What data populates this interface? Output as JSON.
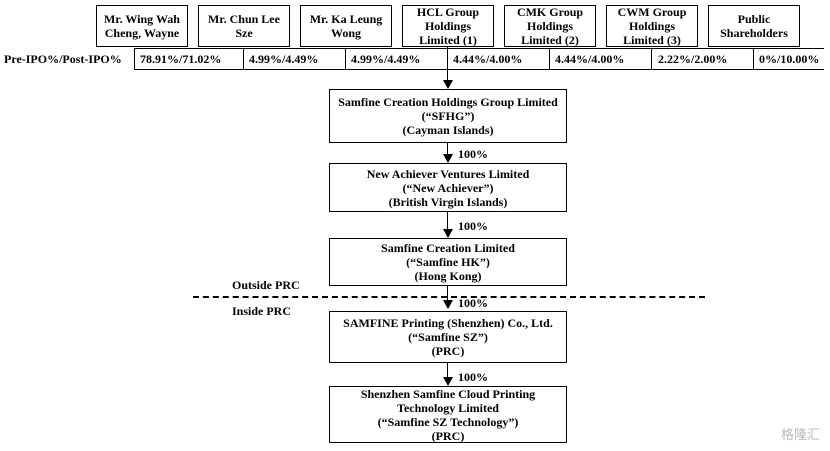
{
  "shareholders": [
    "Mr. Wing Wah\nCheng, Wayne",
    "Mr. Chun Lee\nSze",
    "Mr. Ka Leung\nWong",
    "HCL Group\nHoldings\nLimited (1)",
    "CMK Group\nHoldings\nLimited (2)",
    "CWM Group\nHoldings\nLimited (3)",
    "Public\nShareholders"
  ],
  "pct_label": "Pre-IPO%/Post-IPO%",
  "percentages": [
    "78.91%/71.02%",
    "4.99%/4.49%",
    "4.99%/4.49%",
    "4.44%/4.00%",
    "4.44%/4.00%",
    "2.22%/2.00%",
    "0%/10.00%"
  ],
  "entities": [
    "Samfine Creation Holdings Group Limited\n(“SFHG”)\n(Cayman Islands)",
    "New Achiever Ventures Limited\n(“New Achiever”)\n(British Virgin Islands)",
    "Samfine Creation Limited\n(“Samfine HK”)\n(Hong Kong)",
    "SAMFINE Printing (Shenzhen) Co., Ltd.\n(“Samfine SZ”)\n(PRC)",
    "Shenzhen Samfine Cloud Printing\nTechnology Limited\n(“Samfine SZ Technology”)\n(PRC)"
  ],
  "ownership": [
    "100%",
    "100%",
    "100%",
    "100%"
  ],
  "regions": {
    "outside": "Outside PRC",
    "inside": "Inside PRC"
  },
  "watermark": "格隆汇"
}
